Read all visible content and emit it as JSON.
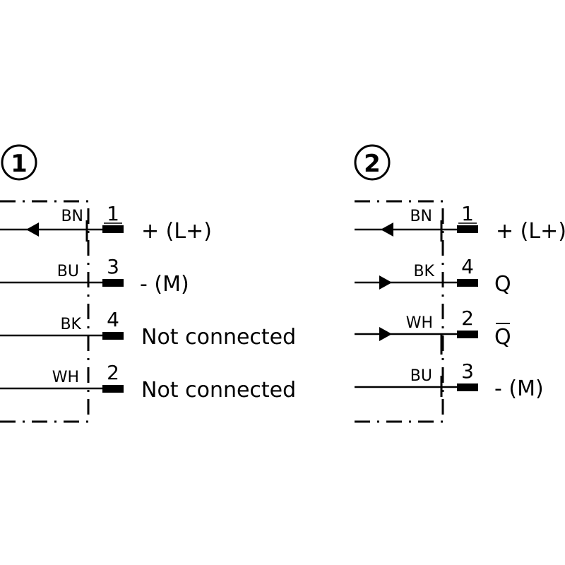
{
  "diagrams": [
    {
      "id": "1",
      "badge": "1",
      "rows": [
        {
          "wire": "BN",
          "pin": "1",
          "signal": "+ (L+)",
          "arrow": "in"
        },
        {
          "wire": "BU",
          "pin": "3",
          "signal": "- (M)",
          "arrow": "none"
        },
        {
          "wire": "BK",
          "pin": "4",
          "signal": "Not connected",
          "arrow": "none"
        },
        {
          "wire": "WH",
          "pin": "2",
          "signal": "Not connected",
          "arrow": "none"
        }
      ]
    },
    {
      "id": "2",
      "badge": "2",
      "rows": [
        {
          "wire": "BN",
          "pin": "1",
          "signal": "+ (L+)",
          "arrow": "in"
        },
        {
          "wire": "BK",
          "pin": "4",
          "signal": "Q",
          "arrow": "out"
        },
        {
          "wire": "WH",
          "pin": "2",
          "signal": "Q",
          "arrow": "out",
          "overline": true
        },
        {
          "wire": "BU",
          "pin": "3",
          "signal": "- (M)",
          "arrow": "none"
        }
      ]
    }
  ]
}
